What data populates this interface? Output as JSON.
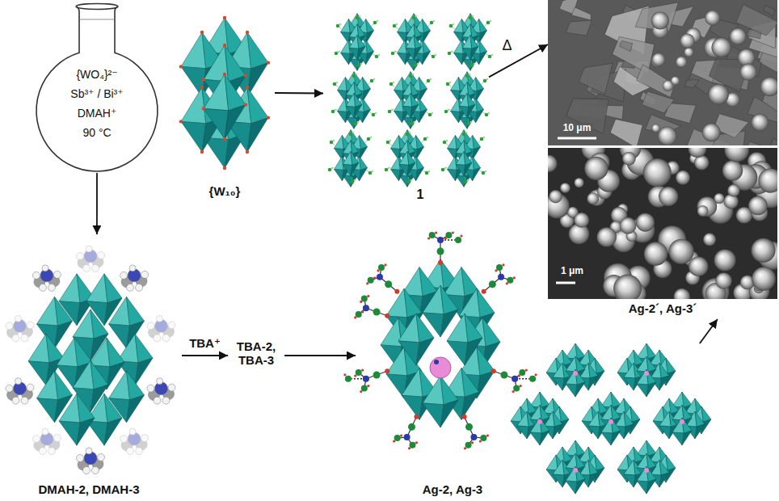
{
  "diagram": {
    "nodes": [
      {
        "text": [
          "{WO₄}²⁻",
          "Sb³⁺ / Bi³⁺",
          "DMAH⁺",
          "90 °C"
        ]
      },
      {
        "text": [
          "{W₁₀}"
        ]
      },
      {
        "text": [
          "1"
        ]
      },
      {
        "text": [
          "10 μm"
        ]
      },
      {
        "text": [
          "1 μm",
          "Ag-2´, Ag-3´"
        ]
      },
      {
        "text": [
          "DMAH-2, DMAH-3"
        ]
      },
      {
        "text": [
          "TBA-2, TBA-3"
        ]
      },
      {
        "text": [
          "Ag-2, Ag-3"
        ]
      }
    ],
    "edges": [
      {
        "from": 0,
        "to": 5,
        "arrow": "to"
      },
      {
        "from": 1,
        "to": 2,
        "arrow": "to"
      },
      {
        "from": 2,
        "to": 3,
        "arrow": "to",
        "label": "Δ"
      },
      {
        "from": 5,
        "to": 6,
        "arrow": "to",
        "label": "TBA⁺"
      },
      {
        "from": 6,
        "to": 7,
        "arrow": "to"
      },
      {
        "from": 7,
        "to": 4,
        "arrow": "to"
      }
    ]
  }
}
